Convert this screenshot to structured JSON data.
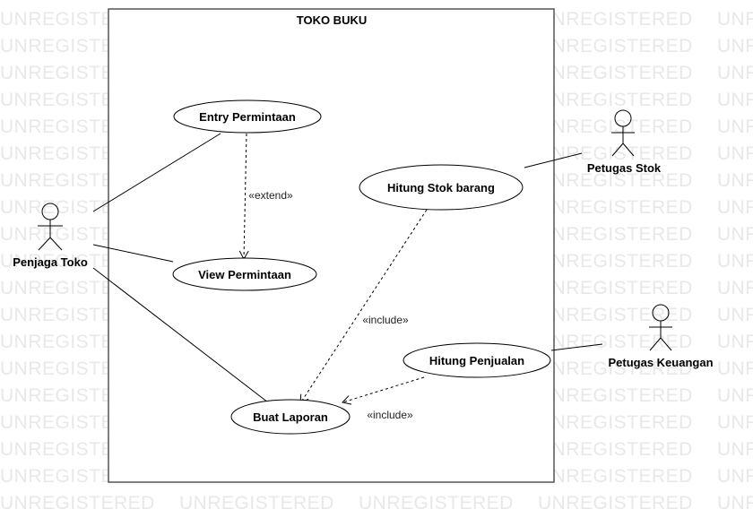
{
  "watermark": "UNREGISTERED",
  "system": {
    "title": "TOKO BUKU"
  },
  "actors": {
    "penjaga": "Penjaga Toko",
    "stok": "Petugas Stok",
    "keuangan": "Petugas Keuangan"
  },
  "usecases": {
    "entry": "Entry Permintaan",
    "view": "View Permintaan",
    "stok": "Hitung Stok barang",
    "penjualan": "Hitung Penjualan",
    "laporan": "Buat Laporan"
  },
  "relations": {
    "extend": "«extend»",
    "include1": "«include»",
    "include2": "«include»"
  }
}
